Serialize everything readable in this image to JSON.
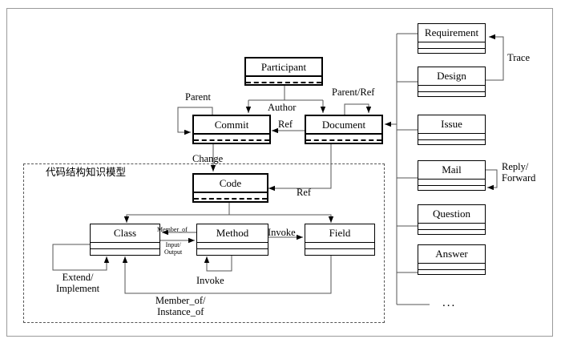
{
  "figure": {
    "title_cn": "代码结构知识模型",
    "ellipsis": "...",
    "frame_color": "#9a9a9a",
    "line_color": "#555555",
    "box_border": "#000000"
  },
  "entities": {
    "participant": "Participant",
    "commit": "Commit",
    "document": "Document",
    "code": "Code",
    "class": "Class",
    "method": "Method",
    "field": "Field"
  },
  "artifacts": [
    {
      "label": "Requirement"
    },
    {
      "label": "Design"
    },
    {
      "label": "Issue"
    },
    {
      "label": "Mail"
    },
    {
      "label": "Question"
    },
    {
      "label": "Answer"
    }
  ],
  "relations": {
    "parent": "Parent",
    "author": "Author",
    "parent_ref": "Parent/Ref",
    "ref_commit_document": "Ref",
    "change": "Change",
    "ref_code_document": "Ref",
    "trace": "Trace",
    "reply_forward": "Reply/\nForward",
    "member_of": "Member_of",
    "input_output": "Input/\nOutput",
    "invoke_method_field": "Invoke",
    "invoke_method_self": "Invoke",
    "extend_implement": "Extend/\nImplement",
    "member_instance_of": "Member_of/\nInstance_of"
  }
}
